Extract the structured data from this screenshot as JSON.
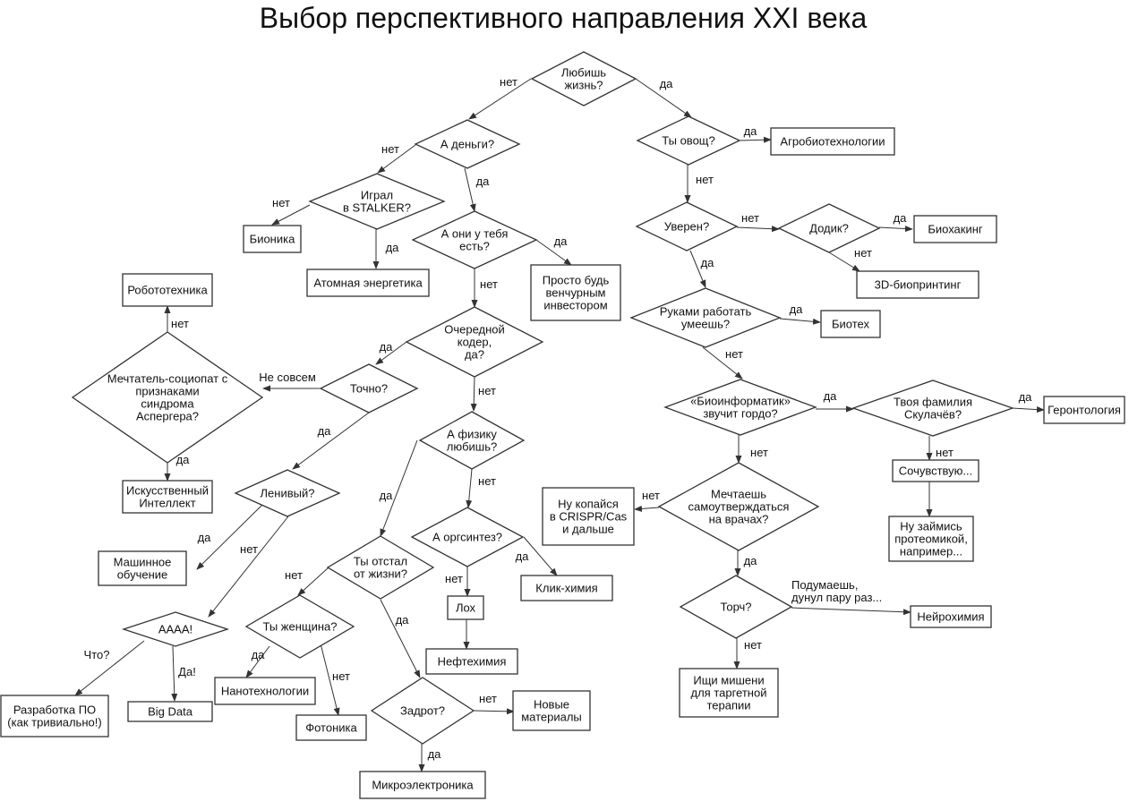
{
  "title": "Выбор перспективного направления XXI века",
  "nodes": [
    {
      "id": "love_life",
      "kind": "decision",
      "lines": [
        "Любишь",
        "жизнь?"
      ]
    },
    {
      "id": "money",
      "kind": "decision",
      "lines": [
        "А деньги?"
      ]
    },
    {
      "id": "vegetable",
      "kind": "decision",
      "lines": [
        "Ты овощ?"
      ]
    },
    {
      "id": "agro",
      "kind": "outcome",
      "lines": [
        "Агробиотехнологии"
      ]
    },
    {
      "id": "stalker",
      "kind": "decision",
      "lines": [
        "Играл",
        "в STALKER?"
      ]
    },
    {
      "id": "have_money",
      "kind": "decision",
      "lines": [
        "А они у тебя",
        "есть?"
      ]
    },
    {
      "id": "bionics",
      "kind": "outcome",
      "lines": [
        "Бионика"
      ]
    },
    {
      "id": "nuclear",
      "kind": "outcome",
      "lines": [
        "Атомная энергетика"
      ]
    },
    {
      "id": "investor",
      "kind": "outcome",
      "lines": [
        "Просто будь",
        "венчурным",
        "инвестором"
      ]
    },
    {
      "id": "sure",
      "kind": "decision",
      "lines": [
        "Уверен?"
      ]
    },
    {
      "id": "dodik",
      "kind": "decision",
      "lines": [
        "Додик?"
      ]
    },
    {
      "id": "biohacking",
      "kind": "outcome",
      "lines": [
        "Биохакинг"
      ]
    },
    {
      "id": "bioprinting",
      "kind": "outcome",
      "lines": [
        "3D-биопринтинг"
      ]
    },
    {
      "id": "robotics",
      "kind": "outcome",
      "lines": [
        "Робототехника"
      ]
    },
    {
      "id": "hands",
      "kind": "decision",
      "lines": [
        "Руками работать",
        "умеешь?"
      ]
    },
    {
      "id": "biotech",
      "kind": "outcome",
      "lines": [
        "Биотех"
      ]
    },
    {
      "id": "coder",
      "kind": "decision",
      "lines": [
        "Очередной",
        "кодер,",
        "да?"
      ]
    },
    {
      "id": "dreamer",
      "kind": "decision",
      "lines": [
        "Мечтатель-социопат с",
        "признаками",
        "синдрома",
        "Аспергера?"
      ]
    },
    {
      "id": "exactly",
      "kind": "decision",
      "lines": [
        "Точно?"
      ]
    },
    {
      "id": "bioinformatics",
      "kind": "decision",
      "lines": [
        "«Биоинформатик»",
        "звучит гордо?"
      ]
    },
    {
      "id": "skulachev",
      "kind": "decision",
      "lines": [
        "Твоя фамилия",
        "Скулачёв?"
      ]
    },
    {
      "id": "gerontology",
      "kind": "outcome",
      "lines": [
        "Геронтология"
      ]
    },
    {
      "id": "physics",
      "kind": "decision",
      "lines": [
        "А физику",
        "любишь?"
      ]
    },
    {
      "id": "sympathy",
      "kind": "outcome",
      "lines": [
        "Сочувствую..."
      ]
    },
    {
      "id": "ai",
      "kind": "outcome",
      "lines": [
        "Искусственный",
        "Интеллект"
      ]
    },
    {
      "id": "lazy",
      "kind": "decision",
      "lines": [
        "Ленивый?"
      ]
    },
    {
      "id": "crispr",
      "kind": "outcome",
      "lines": [
        "Ну копайся",
        "в CRISPR/Cas",
        "и дальше"
      ]
    },
    {
      "id": "doctors",
      "kind": "decision",
      "lines": [
        "Мечтаешь",
        "самоутверждаться",
        "на врачах?"
      ]
    },
    {
      "id": "proteomics",
      "kind": "outcome",
      "lines": [
        "Ну займись",
        "протеомикой,",
        "например..."
      ]
    },
    {
      "id": "orgsynth",
      "kind": "decision",
      "lines": [
        "А оргсинтез?"
      ]
    },
    {
      "id": "ml",
      "kind": "outcome",
      "lines": [
        "Машинное",
        "обучение"
      ]
    },
    {
      "id": "behind",
      "kind": "decision",
      "lines": [
        "Ты отстал",
        "от жизни?"
      ]
    },
    {
      "id": "click",
      "kind": "outcome",
      "lines": [
        "Клик-химия"
      ]
    },
    {
      "id": "loser",
      "kind": "outcome",
      "lines": [
        "Лох"
      ]
    },
    {
      "id": "torch",
      "kind": "decision",
      "lines": [
        "Торч?"
      ]
    },
    {
      "id": "neurochem",
      "kind": "outcome",
      "lines": [
        "Нейрохимия"
      ]
    },
    {
      "id": "aaaa",
      "kind": "decision",
      "lines": [
        "АААА!"
      ]
    },
    {
      "id": "woman",
      "kind": "decision",
      "lines": [
        "Ты женщина?"
      ]
    },
    {
      "id": "petrochem",
      "kind": "outcome",
      "lines": [
        "Нефтехимия"
      ]
    },
    {
      "id": "targets",
      "kind": "outcome",
      "lines": [
        "Ищи мишени",
        "для таргетной",
        "терапии"
      ]
    },
    {
      "id": "nano",
      "kind": "outcome",
      "lines": [
        "Нанотехнологии"
      ]
    },
    {
      "id": "software",
      "kind": "outcome",
      "lines": [
        "Разработка ПО",
        "(как тривиально!)"
      ]
    },
    {
      "id": "bigdata",
      "kind": "outcome",
      "lines": [
        "Big Data"
      ]
    },
    {
      "id": "nerd",
      "kind": "decision",
      "lines": [
        "Задрот?"
      ]
    },
    {
      "id": "materials",
      "kind": "outcome",
      "lines": [
        "Новые",
        "материалы"
      ]
    },
    {
      "id": "photonics",
      "kind": "outcome",
      "lines": [
        "Фотоника"
      ]
    },
    {
      "id": "microel",
      "kind": "outcome",
      "lines": [
        "Микроэлектроника"
      ]
    }
  ],
  "edges": [
    {
      "from": "love_life",
      "to": "money",
      "label": "нет"
    },
    {
      "from": "love_life",
      "to": "vegetable",
      "label": "да"
    },
    {
      "from": "vegetable",
      "to": "agro",
      "label": "да"
    },
    {
      "from": "vegetable",
      "to": "sure",
      "label": "нет"
    },
    {
      "from": "money",
      "to": "stalker",
      "label": "нет"
    },
    {
      "from": "money",
      "to": "have_money",
      "label": "да"
    },
    {
      "from": "stalker",
      "to": "bionics",
      "label": "нет"
    },
    {
      "from": "stalker",
      "to": "nuclear",
      "label": "да"
    },
    {
      "from": "have_money",
      "to": "investor",
      "label": "да"
    },
    {
      "from": "have_money",
      "to": "coder",
      "label": "нет"
    },
    {
      "from": "sure",
      "to": "dodik",
      "label": "нет"
    },
    {
      "from": "sure",
      "to": "hands",
      "label": "да"
    },
    {
      "from": "dodik",
      "to": "biohacking",
      "label": "да"
    },
    {
      "from": "dodik",
      "to": "bioprinting",
      "label": "нет"
    },
    {
      "from": "hands",
      "to": "biotech",
      "label": "да"
    },
    {
      "from": "hands",
      "to": "bioinformatics",
      "label": "нет"
    },
    {
      "from": "coder",
      "to": "exactly",
      "label": "да"
    },
    {
      "from": "coder",
      "to": "physics",
      "label": "нет"
    },
    {
      "from": "exactly",
      "to": "dreamer",
      "label": "Не совсем"
    },
    {
      "from": "exactly",
      "to": "lazy",
      "label": "да"
    },
    {
      "from": "dreamer",
      "to": "robotics",
      "label": "нет"
    },
    {
      "from": "dreamer",
      "to": "ai",
      "label": "да"
    },
    {
      "from": "bioinformatics",
      "to": "skulachev",
      "label": "да"
    },
    {
      "from": "bioinformatics",
      "to": "doctors",
      "label": "нет"
    },
    {
      "from": "skulachev",
      "to": "gerontology",
      "label": "да"
    },
    {
      "from": "skulachev",
      "to": "sympathy",
      "label": "нет"
    },
    {
      "from": "sympathy",
      "to": "proteomics",
      "label": ""
    },
    {
      "from": "physics",
      "to": "orgsynth",
      "label": "нет"
    },
    {
      "from": "physics",
      "to": "behind",
      "label": "да"
    },
    {
      "from": "lazy",
      "to": "ml",
      "label": "да"
    },
    {
      "from": "lazy",
      "to": "aaaa",
      "label": "нет"
    },
    {
      "from": "doctors",
      "to": "crispr",
      "label": "нет"
    },
    {
      "from": "doctors",
      "to": "torch",
      "label": "да"
    },
    {
      "from": "orgsynth",
      "to": "click",
      "label": "да"
    },
    {
      "from": "orgsynth",
      "to": "loser",
      "label": "нет"
    },
    {
      "from": "loser",
      "to": "petrochem",
      "label": ""
    },
    {
      "from": "behind",
      "to": "woman",
      "label": "нет"
    },
    {
      "from": "behind",
      "to": "nerd",
      "label": "да"
    },
    {
      "from": "torch",
      "to": "neurochem",
      "label": "Подумаешь,\nдунул пару раз..."
    },
    {
      "from": "torch",
      "to": "targets",
      "label": "нет"
    },
    {
      "from": "aaaa",
      "to": "software",
      "label": "Что?"
    },
    {
      "from": "aaaa",
      "to": "bigdata",
      "label": "Да!"
    },
    {
      "from": "woman",
      "to": "nano",
      "label": "да"
    },
    {
      "from": "woman",
      "to": "photonics",
      "label": "нет"
    },
    {
      "from": "nerd",
      "to": "materials",
      "label": "нет"
    },
    {
      "from": "nerd",
      "to": "microel",
      "label": "да"
    }
  ]
}
